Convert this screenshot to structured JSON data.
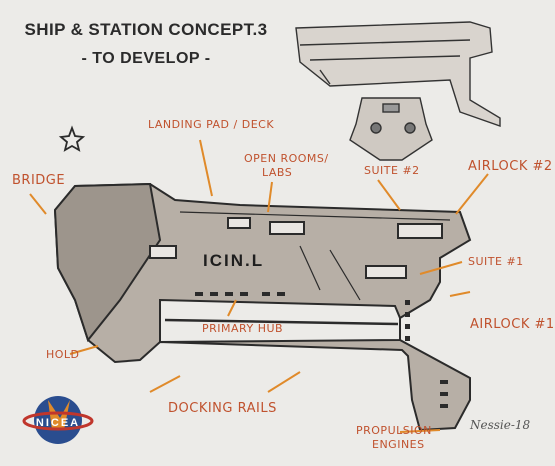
{
  "header": {
    "title": "SHIP & STATION CONCEPT.3",
    "subtitle": "- TO DEVELOP -"
  },
  "labels": {
    "landing_pad": "LANDING PAD / DECK",
    "open_rooms_1": "OPEN ROOMS/",
    "open_rooms_2": "LABS",
    "suite_2": "SUITE #2",
    "airlock_2": "AIRLOCK #2",
    "bridge": "BRIDGE",
    "suite_1": "SUITE #1",
    "airlock_1": "AIRLOCK #1",
    "primary_hub": "PRIMARY HUB",
    "hold": "HOLD",
    "docking_rails": "DOCKING RAILS",
    "propulsion_1": "PROPULSION",
    "propulsion_2": "ENGINES"
  },
  "ship": {
    "hull_text": "ICIN.L"
  },
  "logo": {
    "text": "NICEA"
  },
  "signature": "Nessie-18",
  "colors": {
    "background": "#ecebe8",
    "annotation": "#c0522e",
    "hull": "#b7afa6",
    "ink": "#2b2b2b",
    "logo_blue": "#2a4d8f",
    "logo_orange": "#e08a2a"
  }
}
